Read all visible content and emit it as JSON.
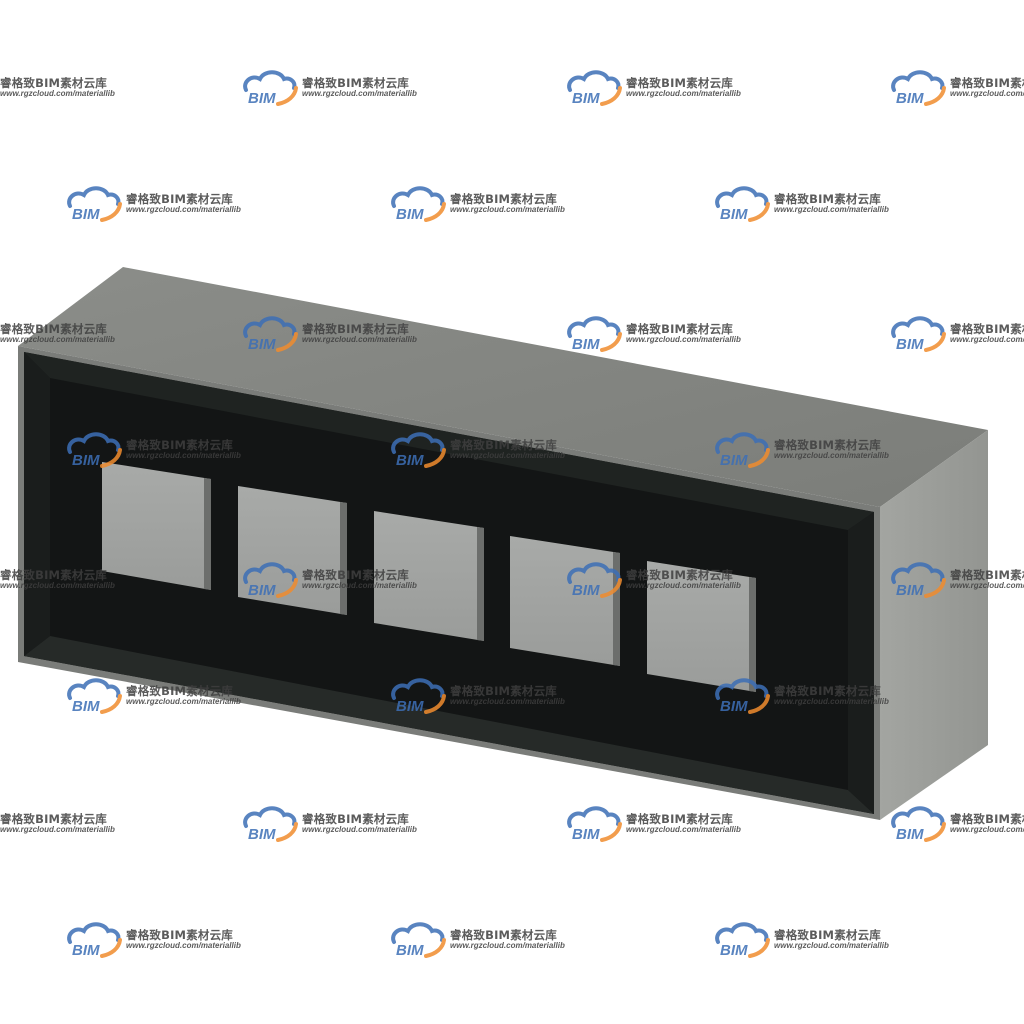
{
  "watermark": {
    "logo_text": "BIM",
    "name": "睿格致BIM素材云库",
    "url": "www.rgzcloud.com/materiallib",
    "logo_colors": {
      "cloud": "#3d6fb6",
      "swoosh": "#f08c2e"
    }
  },
  "model": {
    "description_icon": "display-box-icon",
    "colors": {
      "top_face": "#838581",
      "side_face": "#9a9c98",
      "front_rim": "#7a7c79",
      "front_panel": "#131515",
      "panel_bevel": "#232725",
      "window": "#a2a4a2",
      "window_edge": "#6c6e6c"
    },
    "window_count": 5
  }
}
